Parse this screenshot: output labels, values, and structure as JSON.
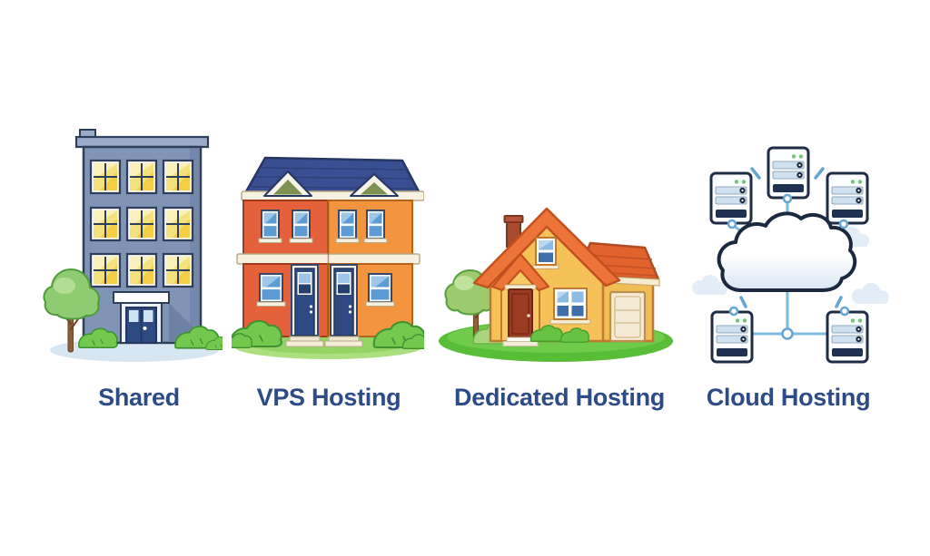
{
  "items": [
    {
      "id": "shared",
      "label": "Shared",
      "illustration": "apartment-building"
    },
    {
      "id": "vps-hosting",
      "label": "VPS Hosting",
      "illustration": "duplex-townhouse"
    },
    {
      "id": "dedicated-hosting",
      "label": "Dedicated Hosting",
      "illustration": "single-family-house"
    },
    {
      "id": "cloud-hosting",
      "label": "Cloud Hosting",
      "illustration": "cloud-connected-servers"
    }
  ],
  "colors": {
    "background": "#ffffff",
    "label_text": "#2d4b87",
    "apartment_wall": "#8094b6",
    "apartment_window_glass": "#f5e07e",
    "apartment_outline": "#2e3f5c",
    "duplex_left_wall": "#e4613b",
    "duplex_right_wall": "#f2953e",
    "duplex_roof": "#3a4f92",
    "duplex_dormer_green": "#7d9150",
    "house_wall": "#f4c258",
    "house_roof": "#ec7438",
    "house_door": "#9c3b24",
    "grass_green": "#5fc23c",
    "bush_green": "#72c94e",
    "door_navy": "#2e4a80",
    "cloud_outline": "#1b2940",
    "connector_blue": "#7db9e0",
    "server_led_green": "#74c476",
    "server_bar_blue": "#cfe0ee",
    "shadow_blue": "#d8e6f2"
  }
}
